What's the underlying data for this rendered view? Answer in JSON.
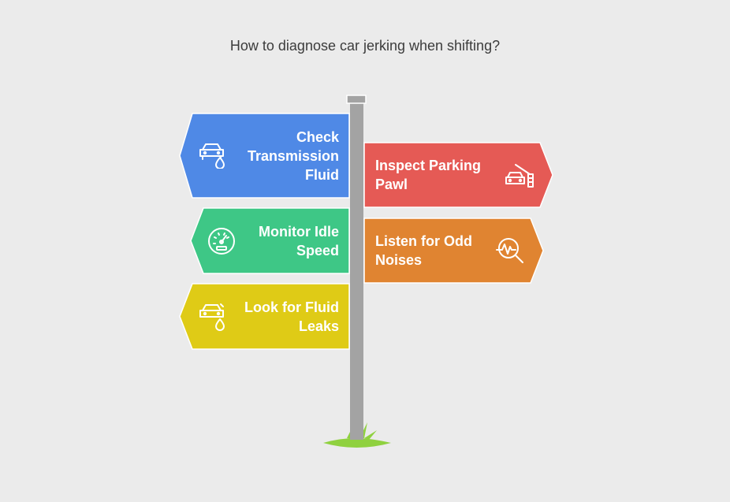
{
  "title": "How to diagnose car jerking when shifting?",
  "signs": {
    "check_fluid": {
      "line1": "Check",
      "line2": "Transmission",
      "line3": "Fluid",
      "color": "#4f89e6",
      "icon": "car-fluid-icon"
    },
    "parking_pawl": {
      "line1": "Inspect Parking",
      "line2": "Pawl",
      "color": "#e55a55",
      "icon": "car-barrier-icon"
    },
    "idle_speed": {
      "line1": "Monitor Idle",
      "line2": "Speed",
      "color": "#3ec786",
      "icon": "speedometer-icon"
    },
    "odd_noises": {
      "line1": "Listen for Odd",
      "line2": "Noises",
      "color": "#e08431",
      "icon": "sound-magnifier-icon"
    },
    "fluid_leaks": {
      "line1": "Look for Fluid",
      "line2": "Leaks",
      "color": "#dfcb16",
      "icon": "car-leak-icon"
    }
  },
  "colors": {
    "background": "#ebebeb",
    "pole": "#a3a3a3",
    "grass": "#8fd13f"
  }
}
